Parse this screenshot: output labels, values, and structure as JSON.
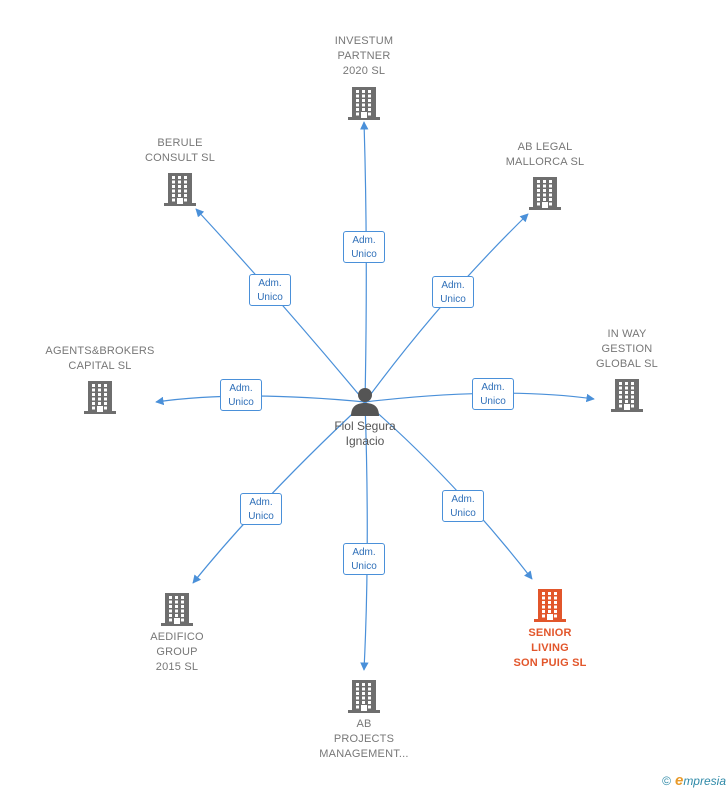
{
  "center": {
    "name": "Fiol Segura\nIgnacio",
    "icon": "person-icon"
  },
  "companies": [
    {
      "id": "investum",
      "name": "INVESTUM\nPARTNER\n2020  SL",
      "icon": "building-icon",
      "highlight": false
    },
    {
      "id": "berule",
      "name": "BERULE\nCONSULT  SL",
      "icon": "building-icon",
      "highlight": false
    },
    {
      "id": "ablegal",
      "name": "AB LEGAL\nMALLORCA  SL",
      "icon": "building-icon",
      "highlight": false
    },
    {
      "id": "agents",
      "name": "AGENTS&BROKERS\nCAPITAL  SL",
      "icon": "building-icon",
      "highlight": false
    },
    {
      "id": "inway",
      "name": "IN WAY\nGESTION\nGLOBAL  SL",
      "icon": "building-icon",
      "highlight": false
    },
    {
      "id": "aedifico",
      "name": "AEDIFICO\nGROUP\n2015  SL",
      "icon": "building-icon",
      "highlight": false
    },
    {
      "id": "senior",
      "name": "SENIOR\nLIVING\nSON PUIG  SL",
      "icon": "building-icon",
      "highlight": true
    },
    {
      "id": "abprojects",
      "name": "AB\nPROJECTS\nMANAGEMENT...",
      "icon": "building-icon",
      "highlight": false
    }
  ],
  "relation_label": "Adm.\nUnico",
  "colors": {
    "edge": "#4a90d9",
    "building": "#6e6e6e",
    "highlight": "#e2562b",
    "person": "#555555"
  },
  "footer": {
    "copyright": "©",
    "brand_e": "e",
    "brand_rest": "mpresia"
  }
}
